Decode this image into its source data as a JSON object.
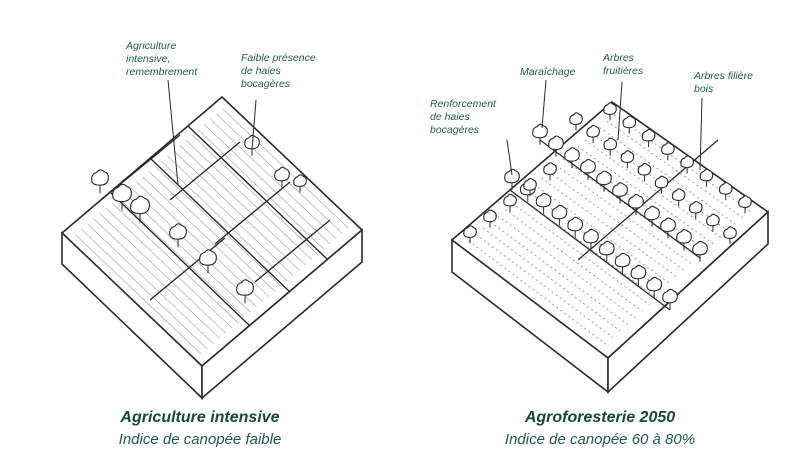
{
  "left": {
    "labels": {
      "agriculture": "Agriculture\nintensive,\nremembrement",
      "hedges": "Faible présence\nde haies\nbocagères"
    },
    "caption": {
      "title": "Agriculture intensive",
      "subtitle": "Indice de canopée  faible"
    }
  },
  "right": {
    "labels": {
      "reinforcement": "Renforcement\nde haies\nbocagères",
      "market": "Maraîchage",
      "fruit": "Arbres\nfruitières",
      "wood": "Arbres filière\nbois"
    },
    "caption": {
      "title": "Agroforesterie 2050",
      "subtitle": "Indice de canopée 60 à 80%"
    }
  },
  "colors": {
    "ink": "#2a2a2a",
    "label_text": "#1f5b4f",
    "title_text": "#124a3e"
  },
  "icons": [
    "tree-icon"
  ]
}
